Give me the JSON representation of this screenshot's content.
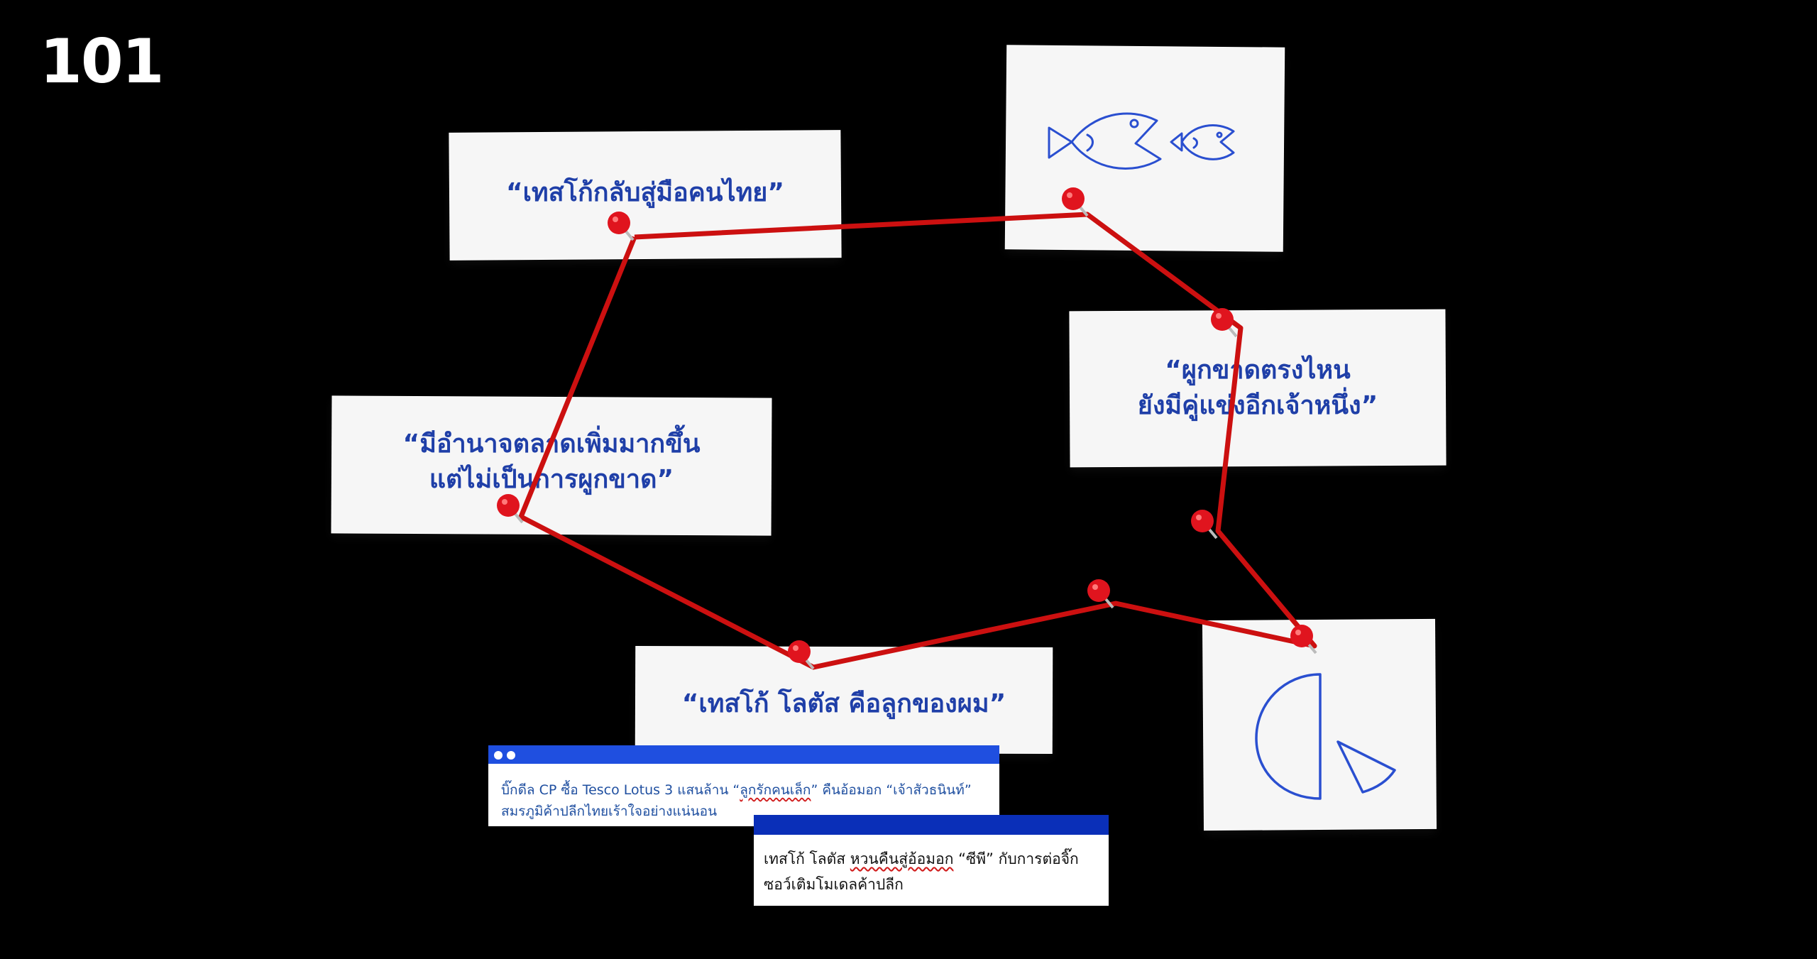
{
  "logo": {
    "text": "101"
  },
  "quotes": {
    "tesco_back": "“เทสโก้กลับสู่มือคนไทย”",
    "market_power_line1": "“มีอำนาจตลาดเพิ่มมากขึ้น",
    "market_power_line2": "แต่ไม่เป็นการผูกขาด”",
    "tesco_child": "“เทสโก้ โลตัส คือลูกของผม”",
    "monopoly_line1": "“ผูกขาดตรงไหน",
    "monopoly_line2": "ยังมีคู่แข่งอีกเจ้าหนึ่ง”"
  },
  "news1": {
    "part_before": "บิ๊กดีล CP ซื้อ Tesco Lotus 3 แสนล้าน “",
    "highlight": "ลูกรักคนเล็ก",
    "part_after": "” คืนอ้อมอก “เจ้าสัวธนินท์”",
    "line2": "สมรภูมิค้าปลีกไทยเร้าใจอย่างแน่นอน"
  },
  "news2": {
    "part_before": "เทสโก้ โลตัส ",
    "highlight": "หวนคืนสู่อ้อมอก",
    "part_after": " “ซีพี” กับการต่อจิ๊ก",
    "line2": "ซอว์เติมโมเดลค้าปลีก"
  },
  "colors": {
    "background": "#000000",
    "paper": "#f6f6f6",
    "quote_text": "#1f3fa8",
    "string": "#cc1010",
    "pin": "#e0141e",
    "news1_bar": "#1f4fe0",
    "news1_text": "#1f4fa0",
    "news2_bar": "#0a2fb8",
    "news2_text": "#111111",
    "sketch": "#2a4fd0"
  },
  "icons": [
    "fish-sketch-icon",
    "pie-chart-sketch-icon",
    "push-pin-icon"
  ]
}
